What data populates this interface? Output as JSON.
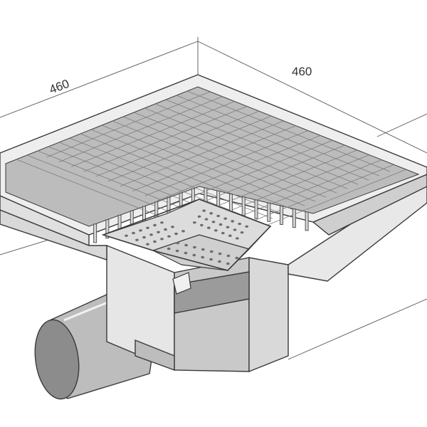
{
  "dimensions": {
    "left_width": "460",
    "right_width": "460"
  },
  "colors": {
    "line": "#3a3a3a",
    "grate_face": "#d4d4d4",
    "grate_shade": "#a9a9a9",
    "grate_dark": "#8a8a8a",
    "body_light": "#e6e6e6",
    "body_mid": "#c9c9c9",
    "body_dark": "#9b9b9b",
    "pipe_outer": "#bdbdbd",
    "pipe_inner": "#8c8c8c"
  },
  "components": [
    "grating-top",
    "frame",
    "perforated-basket",
    "sump-body",
    "outlet-pipe"
  ]
}
